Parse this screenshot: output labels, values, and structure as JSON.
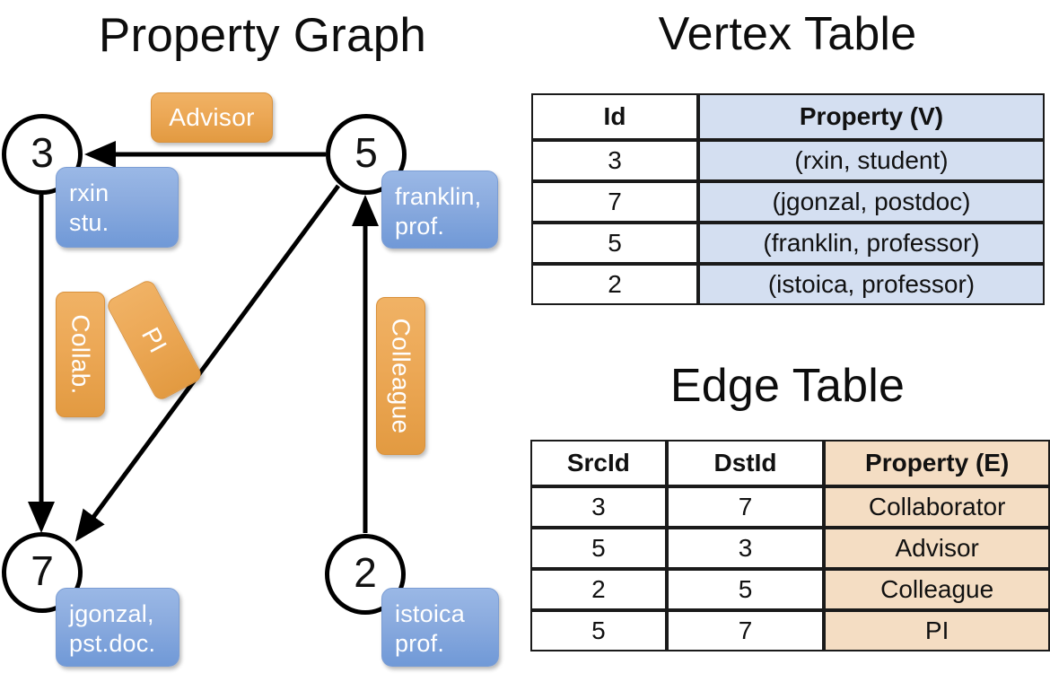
{
  "titles": {
    "property_graph": "Property Graph",
    "vertex_table": "Vertex Table",
    "edge_table": "Edge Table"
  },
  "colors": {
    "vertex_property_fill": "#d4dff1",
    "edge_property_fill": "#f4ddc3",
    "node_box_blue": "#8cacdf",
    "edge_label_orange": "#eca856",
    "border": "#1a1a1a"
  },
  "graph": {
    "nodes": [
      {
        "id": "3",
        "property_line1": "rxin",
        "property_line2": "stu."
      },
      {
        "id": "5",
        "property_line1": "franklin,",
        "property_line2": "prof."
      },
      {
        "id": "7",
        "property_line1": "jgonzal,",
        "property_line2": "pst.doc."
      },
      {
        "id": "2",
        "property_line1": "istoica",
        "property_line2": "prof."
      }
    ],
    "edge_labels": [
      {
        "name": "advisor",
        "text": "Advisor"
      },
      {
        "name": "collab",
        "text": "Collab."
      },
      {
        "name": "pi",
        "text": "PI"
      },
      {
        "name": "colleague",
        "text": "Colleague"
      }
    ]
  },
  "vertex_table": {
    "headers": [
      "Id",
      "Property (V)"
    ],
    "rows": [
      {
        "id": "3",
        "property": "(rxin, student)"
      },
      {
        "id": "7",
        "property": "(jgonzal, postdoc)"
      },
      {
        "id": "5",
        "property": "(franklin, professor)"
      },
      {
        "id": "2",
        "property": "(istoica, professor)"
      }
    ]
  },
  "edge_table": {
    "headers": [
      "SrcId",
      "DstId",
      "Property (E)"
    ],
    "rows": [
      {
        "src": "3",
        "dst": "7",
        "property": "Collaborator"
      },
      {
        "src": "5",
        "dst": "3",
        "property": "Advisor"
      },
      {
        "src": "2",
        "dst": "5",
        "property": "Colleague"
      },
      {
        "src": "5",
        "dst": "7",
        "property": "PI"
      }
    ]
  }
}
